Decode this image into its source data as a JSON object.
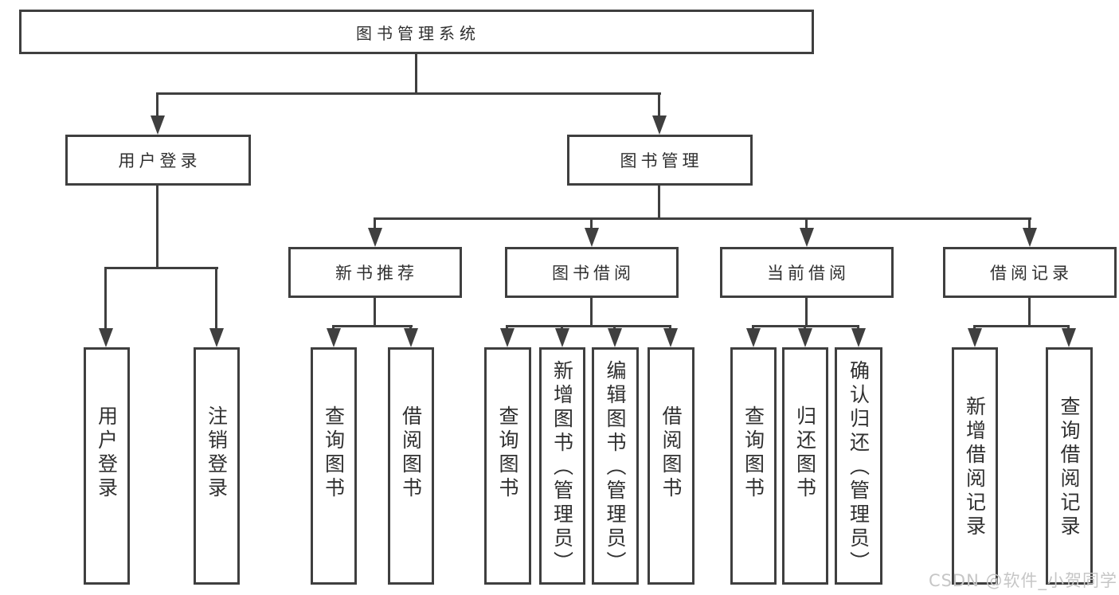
{
  "tree": {
    "root": {
      "label": "图书管理系统"
    },
    "branches": [
      {
        "label": "用户登录",
        "children": [
          {
            "label": "用户登录"
          },
          {
            "label": "注销登录"
          }
        ]
      },
      {
        "label": "图书管理",
        "children": [
          {
            "label": "新书推荐",
            "children": [
              {
                "label": "查询图书"
              },
              {
                "label": "借阅图书"
              }
            ]
          },
          {
            "label": "图书借阅",
            "children": [
              {
                "label": "查询图书"
              },
              {
                "label": "新增图书（管理员）"
              },
              {
                "label": "编辑图书（管理员）"
              },
              {
                "label": "借阅图书"
              }
            ]
          },
          {
            "label": "当前借阅",
            "children": [
              {
                "label": "查询图书"
              },
              {
                "label": "归还图书"
              },
              {
                "label": "确认归还（管理员）"
              }
            ]
          },
          {
            "label": "借阅记录",
            "children": [
              {
                "label": "新增借阅记录"
              },
              {
                "label": "查询借阅记录"
              }
            ]
          }
        ]
      }
    ]
  },
  "watermark": {
    "text": "CSDN @软件_小贺同学"
  },
  "colors": {
    "line": "#3f3f3f",
    "text": "#303030",
    "watermark": "#c6c6c6",
    "background": "#ffffff"
  }
}
